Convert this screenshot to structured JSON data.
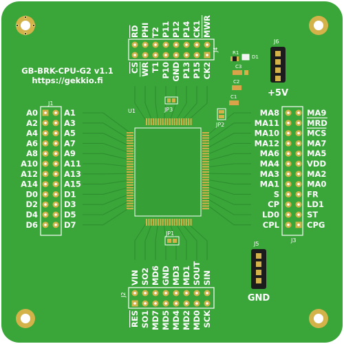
{
  "board": {
    "title": "GB-BRK-CPU-G2 v1.1",
    "url": "https://gekkio.fi",
    "chip_ref": "U1",
    "colors": {
      "board": "#3aa63a",
      "trace": "#2e8e2e",
      "pad": "#d4b24a",
      "silkscreen": "#ffffff"
    }
  },
  "refs": {
    "j1": "J1",
    "j2": "J2",
    "j3": "J3",
    "j4": "J4",
    "j5": "J5",
    "j6": "J6",
    "jp1": "JP1",
    "jp2": "JP2",
    "jp3": "JP3",
    "c1": "C1",
    "c2": "C2",
    "c3": "C3",
    "r1": "R1",
    "d1": "D1"
  },
  "power": {
    "v5": "+5V",
    "gnd": "GND"
  },
  "j1_left": [
    "A0",
    "A2",
    "A4",
    "A6",
    "A8",
    "A10",
    "A12",
    "A14",
    "D0",
    "D2",
    "D4",
    "D6"
  ],
  "j1_right": [
    "A1",
    "A3",
    "A5",
    "A7",
    "A9",
    "A11",
    "A13",
    "A15",
    "D1",
    "D3",
    "D5",
    "D7"
  ],
  "j3_left": [
    "MA8",
    "MA11",
    "MA10",
    "MA12",
    "MA6",
    "MA4",
    "MA3",
    "MA1",
    "S",
    "CP",
    "LD0",
    "CPL"
  ],
  "j3_right": [
    "MA9",
    "MRD",
    "MCS",
    "MA7",
    "MA5",
    "VDD",
    "MA2",
    "MA0",
    "FR",
    "LD1",
    "ST",
    "CPG"
  ],
  "j4_top": [
    "RD",
    "PHI",
    "T2",
    "P11",
    "P12",
    "P14",
    "CK1",
    "MWR"
  ],
  "j4_bottom": [
    "CS",
    "WR",
    "T1",
    "P10",
    "GND",
    "P13",
    "P15",
    "CK2"
  ],
  "j2_top": [
    "VIN",
    "SO2",
    "MD6",
    "GND",
    "MD3",
    "MD1",
    "SOUT",
    "SIN"
  ],
  "j2_bottom": [
    "RES",
    "SO1",
    "MD7",
    "MD5",
    "MD4",
    "MD2",
    "MD0",
    "SCK"
  ]
}
